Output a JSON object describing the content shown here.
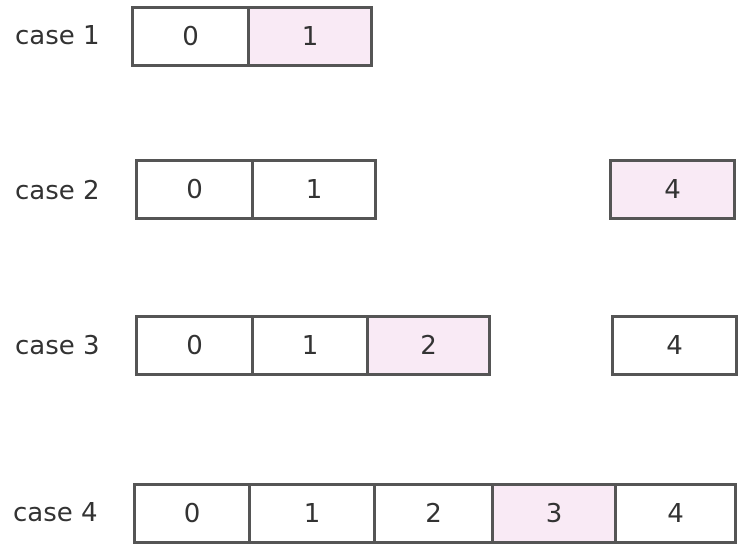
{
  "colors": {
    "highlight": "#f9eaf5",
    "border": "#555555",
    "text": "#333333"
  },
  "cases": [
    {
      "label": "case 1",
      "cells": [
        {
          "value": "0",
          "highlighted": false
        },
        {
          "value": "1",
          "highlighted": true
        }
      ]
    },
    {
      "label": "case 2",
      "cells": [
        {
          "value": "0",
          "highlighted": false
        },
        {
          "value": "1",
          "highlighted": false
        },
        {
          "value": "4",
          "highlighted": true
        }
      ]
    },
    {
      "label": "case 3",
      "cells": [
        {
          "value": "0",
          "highlighted": false
        },
        {
          "value": "1",
          "highlighted": false
        },
        {
          "value": "2",
          "highlighted": true
        },
        {
          "value": "4",
          "highlighted": false
        }
      ]
    },
    {
      "label": "case 4",
      "cells": [
        {
          "value": "0",
          "highlighted": false
        },
        {
          "value": "1",
          "highlighted": false
        },
        {
          "value": "2",
          "highlighted": false
        },
        {
          "value": "3",
          "highlighted": true
        },
        {
          "value": "4",
          "highlighted": false
        }
      ]
    }
  ]
}
